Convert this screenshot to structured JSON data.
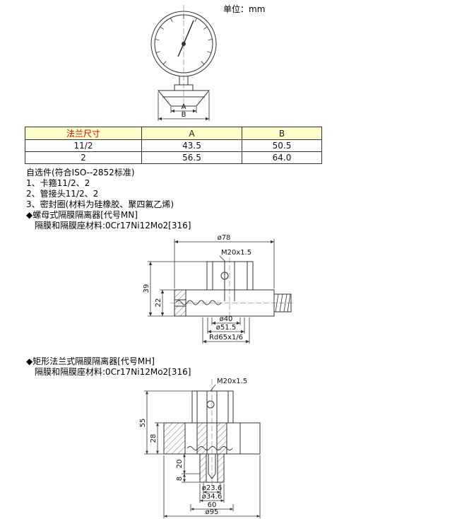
{
  "page": {
    "unit_label": "单位：mm"
  },
  "gauge_drawing": {
    "dim_a": "A",
    "dim_b": "B"
  },
  "flange_table": {
    "headers": [
      "法兰尺寸",
      "A",
      "B"
    ],
    "rows": [
      {
        "size": "11/2",
        "a": "43.5",
        "b": "50.5"
      },
      {
        "size": "2",
        "a": "56.5",
        "b": "64.0"
      }
    ]
  },
  "options": {
    "intro": "自选件(符合ISO--2852标准)",
    "item1": "1、卡箍11/2、2",
    "item2": "2、管接头11/2、2",
    "item3": "3、密封圈(材料为硅橡胶、聚四氟乙烯)"
  },
  "section_mn": {
    "title": "◆螺母式隔膜隔离器[代号MN]",
    "material": "隔膜和隔膜座材料:0Cr17Ni12Mo2[316]",
    "dims": {
      "d78": "ø78",
      "thread": "M20x1.5",
      "h39": "39",
      "h22": "22",
      "d40": "ø40",
      "d51_5": "ø51.5",
      "rd": "Rd65x1/6"
    }
  },
  "section_mh": {
    "title": "◆矩形法兰式隔膜隔离器[代号MH]",
    "material": "隔膜和隔膜座材料:0Cr17Ni12Mo2[316]",
    "dims": {
      "thread": "M20x1.5",
      "h55": "55",
      "h28": "28",
      "h20": "20",
      "h8": "8",
      "d23_6": "ø23.6",
      "d34_6": "ø34.6",
      "w60": "60",
      "d95": "ø95"
    }
  },
  "colors": {
    "table_header_bg": "#ffffcc",
    "table_header_accent": "#cc0000",
    "line": "#333333"
  }
}
